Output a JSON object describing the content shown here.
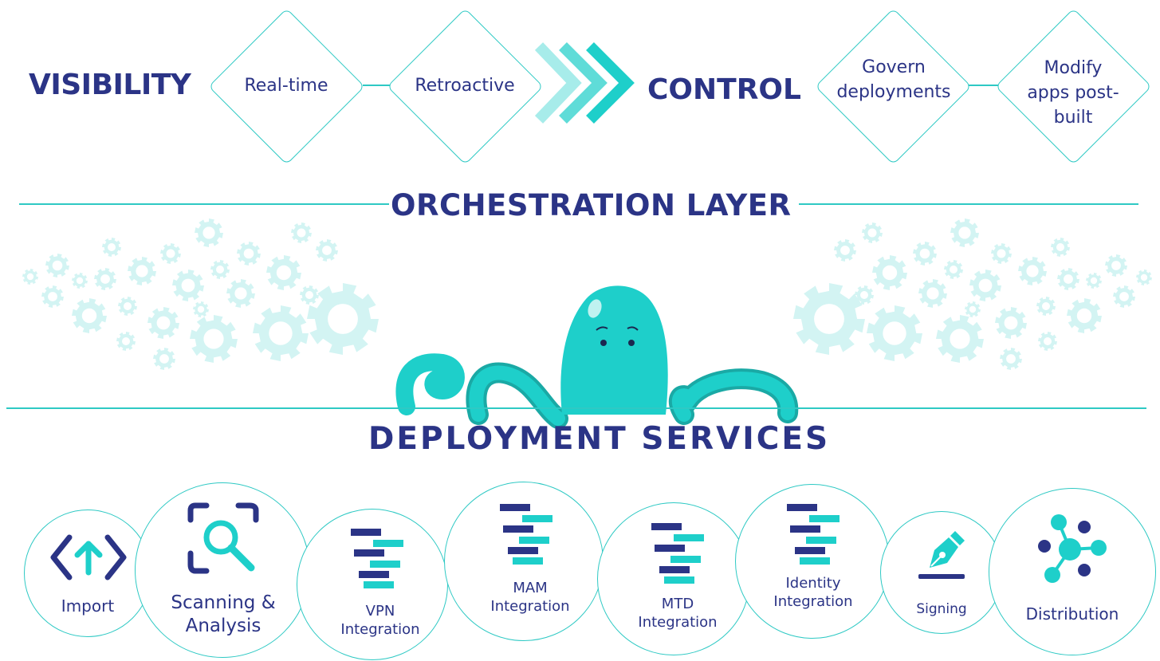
{
  "top": {
    "visibility": "VISIBILITY",
    "control": "CONTROL",
    "visibility_items": [
      "Real-time",
      "Retroactive"
    ],
    "control_items": [
      "Govern deployments",
      "Modify apps post-built"
    ]
  },
  "orchestration": {
    "title": "ORCHESTRATION LAYER"
  },
  "deployment": {
    "title": "DEPLOYMENT SERVICES",
    "services": [
      {
        "label": "Import",
        "icon": "upload-code-icon"
      },
      {
        "label": "Scanning & Analysis",
        "icon": "scan-magnifier-icon"
      },
      {
        "label": "VPN Integration",
        "icon": "integration-bars-icon"
      },
      {
        "label": "MAM Integration",
        "icon": "integration-bars-icon"
      },
      {
        "label": "MTD Integration",
        "icon": "integration-bars-icon"
      },
      {
        "label": "Identity Integration",
        "icon": "integration-bars-icon"
      },
      {
        "label": "Signing",
        "icon": "pen-nib-icon"
      },
      {
        "label": "Distribution",
        "icon": "network-nodes-icon"
      }
    ]
  },
  "colors": {
    "navy": "#2b3486",
    "teal": "#1ecfca",
    "line": "#2ec9c4",
    "gear": "#d3f4f3"
  }
}
